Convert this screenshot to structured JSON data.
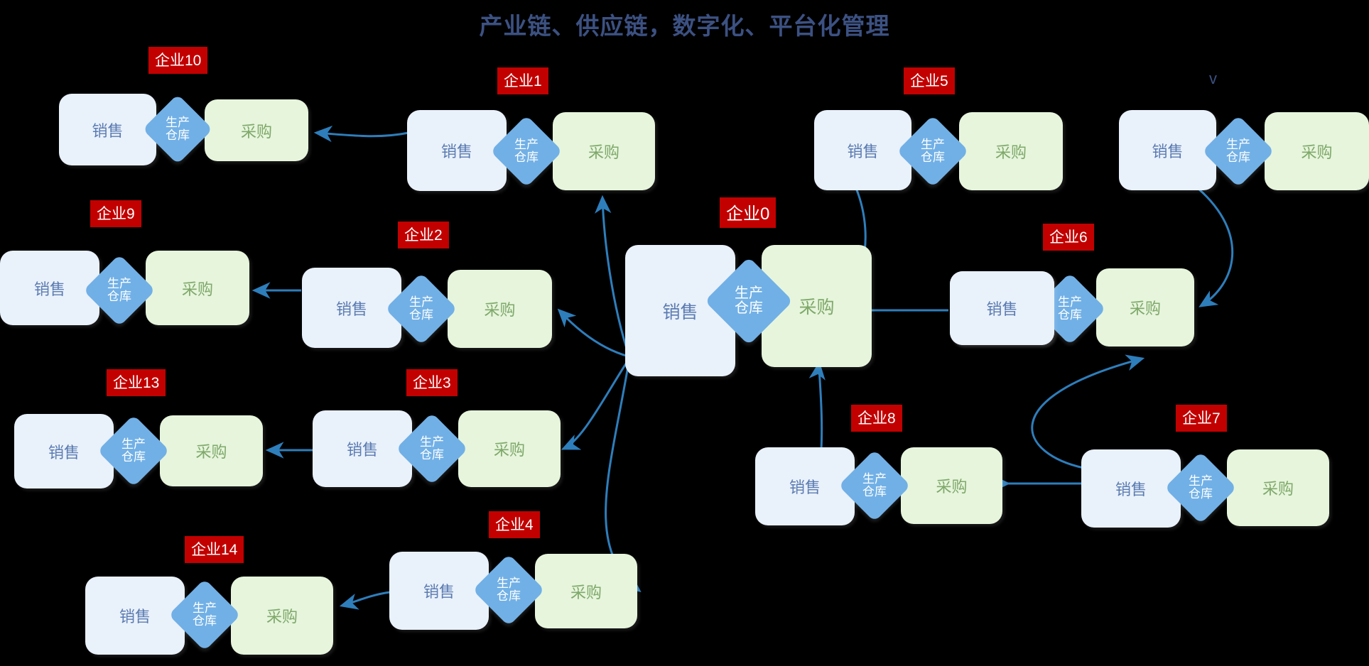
{
  "title": "产业链、供应链，数字化、平台化管理",
  "labels": {
    "sales": "销售",
    "warehouse_line1": "生产",
    "warehouse_line2": "仓库",
    "procurement": "采购"
  },
  "colors": {
    "background": "#000000",
    "title": "#3c5182",
    "badge_bg": "#c20000",
    "badge_text": "#ffffff",
    "sales_box": "#e9f1fb",
    "sales_text": "#5b7bb0",
    "procurement_box": "#e6f5dc",
    "procurement_text": "#7fa86a",
    "warehouse_diamond": "#71b0e6",
    "warehouse_text": "#ffffff",
    "edge": "#2e7ebb"
  },
  "stray_text": "v",
  "nodes": [
    {
      "id": "e10",
      "badge": "企业10",
      "sales": "销售",
      "warehouse1": "生产",
      "warehouse2": "仓库",
      "procurement": "采购"
    },
    {
      "id": "e1",
      "badge": "企业1",
      "sales": "销售",
      "warehouse1": "生产",
      "warehouse2": "仓库",
      "procurement": "采购"
    },
    {
      "id": "e5",
      "badge": "企业5",
      "sales": "销售",
      "warehouse1": "生产",
      "warehouse2": "仓库",
      "procurement": "采购"
    },
    {
      "id": "e11",
      "badge": "",
      "sales": "销售",
      "warehouse1": "生产",
      "warehouse2": "仓库",
      "procurement": "采购"
    },
    {
      "id": "e9",
      "badge": "企业9",
      "sales": "销售",
      "warehouse1": "生产",
      "warehouse2": "仓库",
      "procurement": "采购"
    },
    {
      "id": "e2",
      "badge": "企业2",
      "sales": "销售",
      "warehouse1": "生产",
      "warehouse2": "仓库",
      "procurement": "采购"
    },
    {
      "id": "e0",
      "badge": "企业0",
      "sales": "销售",
      "warehouse1": "生产",
      "warehouse2": "仓库",
      "procurement": "采购"
    },
    {
      "id": "e6",
      "badge": "企业6",
      "sales": "销售",
      "warehouse1": "生产",
      "warehouse2": "仓库",
      "procurement": "采购"
    },
    {
      "id": "e13",
      "badge": "企业13",
      "sales": "销售",
      "warehouse1": "生产",
      "warehouse2": "仓库",
      "procurement": "采购"
    },
    {
      "id": "e3",
      "badge": "企业3",
      "sales": "销售",
      "warehouse1": "生产",
      "warehouse2": "仓库",
      "procurement": "采购"
    },
    {
      "id": "e8",
      "badge": "企业8",
      "sales": "销售",
      "warehouse1": "生产",
      "warehouse2": "仓库",
      "procurement": "采购"
    },
    {
      "id": "e7",
      "badge": "企业7",
      "sales": "销售",
      "warehouse1": "生产",
      "warehouse2": "仓库",
      "procurement": "采购"
    },
    {
      "id": "e4",
      "badge": "企业4",
      "sales": "销售",
      "warehouse1": "生产",
      "warehouse2": "仓库",
      "procurement": "采购"
    },
    {
      "id": "e14",
      "badge": "企业14",
      "sales": "销售",
      "warehouse1": "生产",
      "warehouse2": "仓库",
      "procurement": "采购"
    }
  ],
  "edges": [
    {
      "from": "企业1",
      "to": "企业10"
    },
    {
      "from": "企业0",
      "to": "企业1"
    },
    {
      "from": "企业0",
      "to": "企业2"
    },
    {
      "from": "企业2",
      "to": "企业9"
    },
    {
      "from": "企业0",
      "to": "企业3"
    },
    {
      "from": "企业3",
      "to": "企业13"
    },
    {
      "from": "企业0",
      "to": "企业4"
    },
    {
      "from": "企业4",
      "to": "企业14"
    },
    {
      "from": "企业5",
      "to": "企业0"
    },
    {
      "from": "企业6",
      "to": "企业0"
    },
    {
      "from": "企业8",
      "to": "企业0"
    },
    {
      "from": "企业7",
      "to": "企业8"
    },
    {
      "from": "企业7",
      "to": "企业6"
    },
    {
      "from": "企业11",
      "to": "企业6"
    }
  ]
}
